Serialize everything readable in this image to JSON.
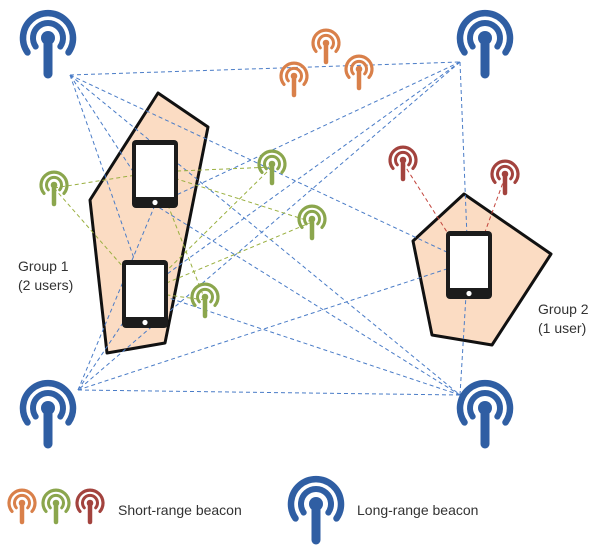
{
  "colors": {
    "long_beacon": "#2f5ea3",
    "orange_beacon": "#d9804a",
    "green_beacon": "#8ba64d",
    "red_beacon": "#a3433e",
    "group_fill": "#fbdcc3",
    "blue_link": "#4a7cc7",
    "green_link": "#9ab040",
    "red_link": "#c2453d"
  },
  "groups": [
    {
      "line1": "Group 1",
      "line2": "(2 users)"
    },
    {
      "line1": "Group 2",
      "line2": "(1 user)"
    }
  ],
  "legend": {
    "short_range": "Short-range beacon",
    "long_range": "Long-range beacon"
  }
}
